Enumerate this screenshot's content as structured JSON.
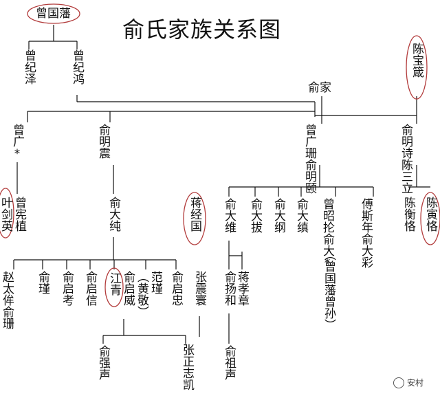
{
  "title": "俞氏家族关系图",
  "people": {
    "zeng_guofan": "曾国藩",
    "zeng_jize": "曾纪泽",
    "zeng_jihong": "曾纪鸿",
    "yu_family": "俞家",
    "chen_baozhen": "陈宝箴",
    "zeng_guangstar": "曾广*",
    "yu_mingzhen": "俞明震",
    "zeng_guangshan_yu_mingyi": "曾广珊俞明颐",
    "yu_mingshi_chen_sanli": "俞明诗陈三立",
    "ye_jianying": "叶剑英",
    "zeng_xianzhi": "曾宪植",
    "yu_dachun": "俞大纯",
    "jiang_jingguo": "蒋经国",
    "yu_dawei": "俞大维",
    "yu_daba": "俞大拔",
    "yu_dagang": "俞大纲",
    "yu_daji": "俞大缜",
    "zeng_zhaolun_yu_da": "曾昭抡俞大*",
    "fu_sinian_yu_dacai": "傅斯年俞大彩",
    "chen_hengke": "陈衡恪",
    "chen_yinke": "陈寅恪",
    "zhao_taimou_yu_shan": "赵太侔俞珊",
    "yu_jin": "俞瑾",
    "yu_qikao": "俞启考",
    "yu_qixin": "俞启信",
    "jiang_qing": "江青",
    "yu_qiwei": "俞启威",
    "huang_jing": "（黄敬）",
    "fan_jin": "范瑾",
    "yu_qizhong": "俞启忠",
    "zhang_zhenhuan": "张震寰",
    "yu_yanghe": "俞扬和",
    "jiang_xiaozhang": "蒋孝章",
    "great_grandson_note": "（曾国藩曾孙）",
    "yu_qiangsheng": "俞强声",
    "zhang_zhengzhikai": "张正志凯",
    "yu_zusheng": "俞祖声"
  },
  "watermark": "安村",
  "colors": {
    "line": "#111111",
    "highlight": "#b23b3b",
    "text": "#111111"
  }
}
